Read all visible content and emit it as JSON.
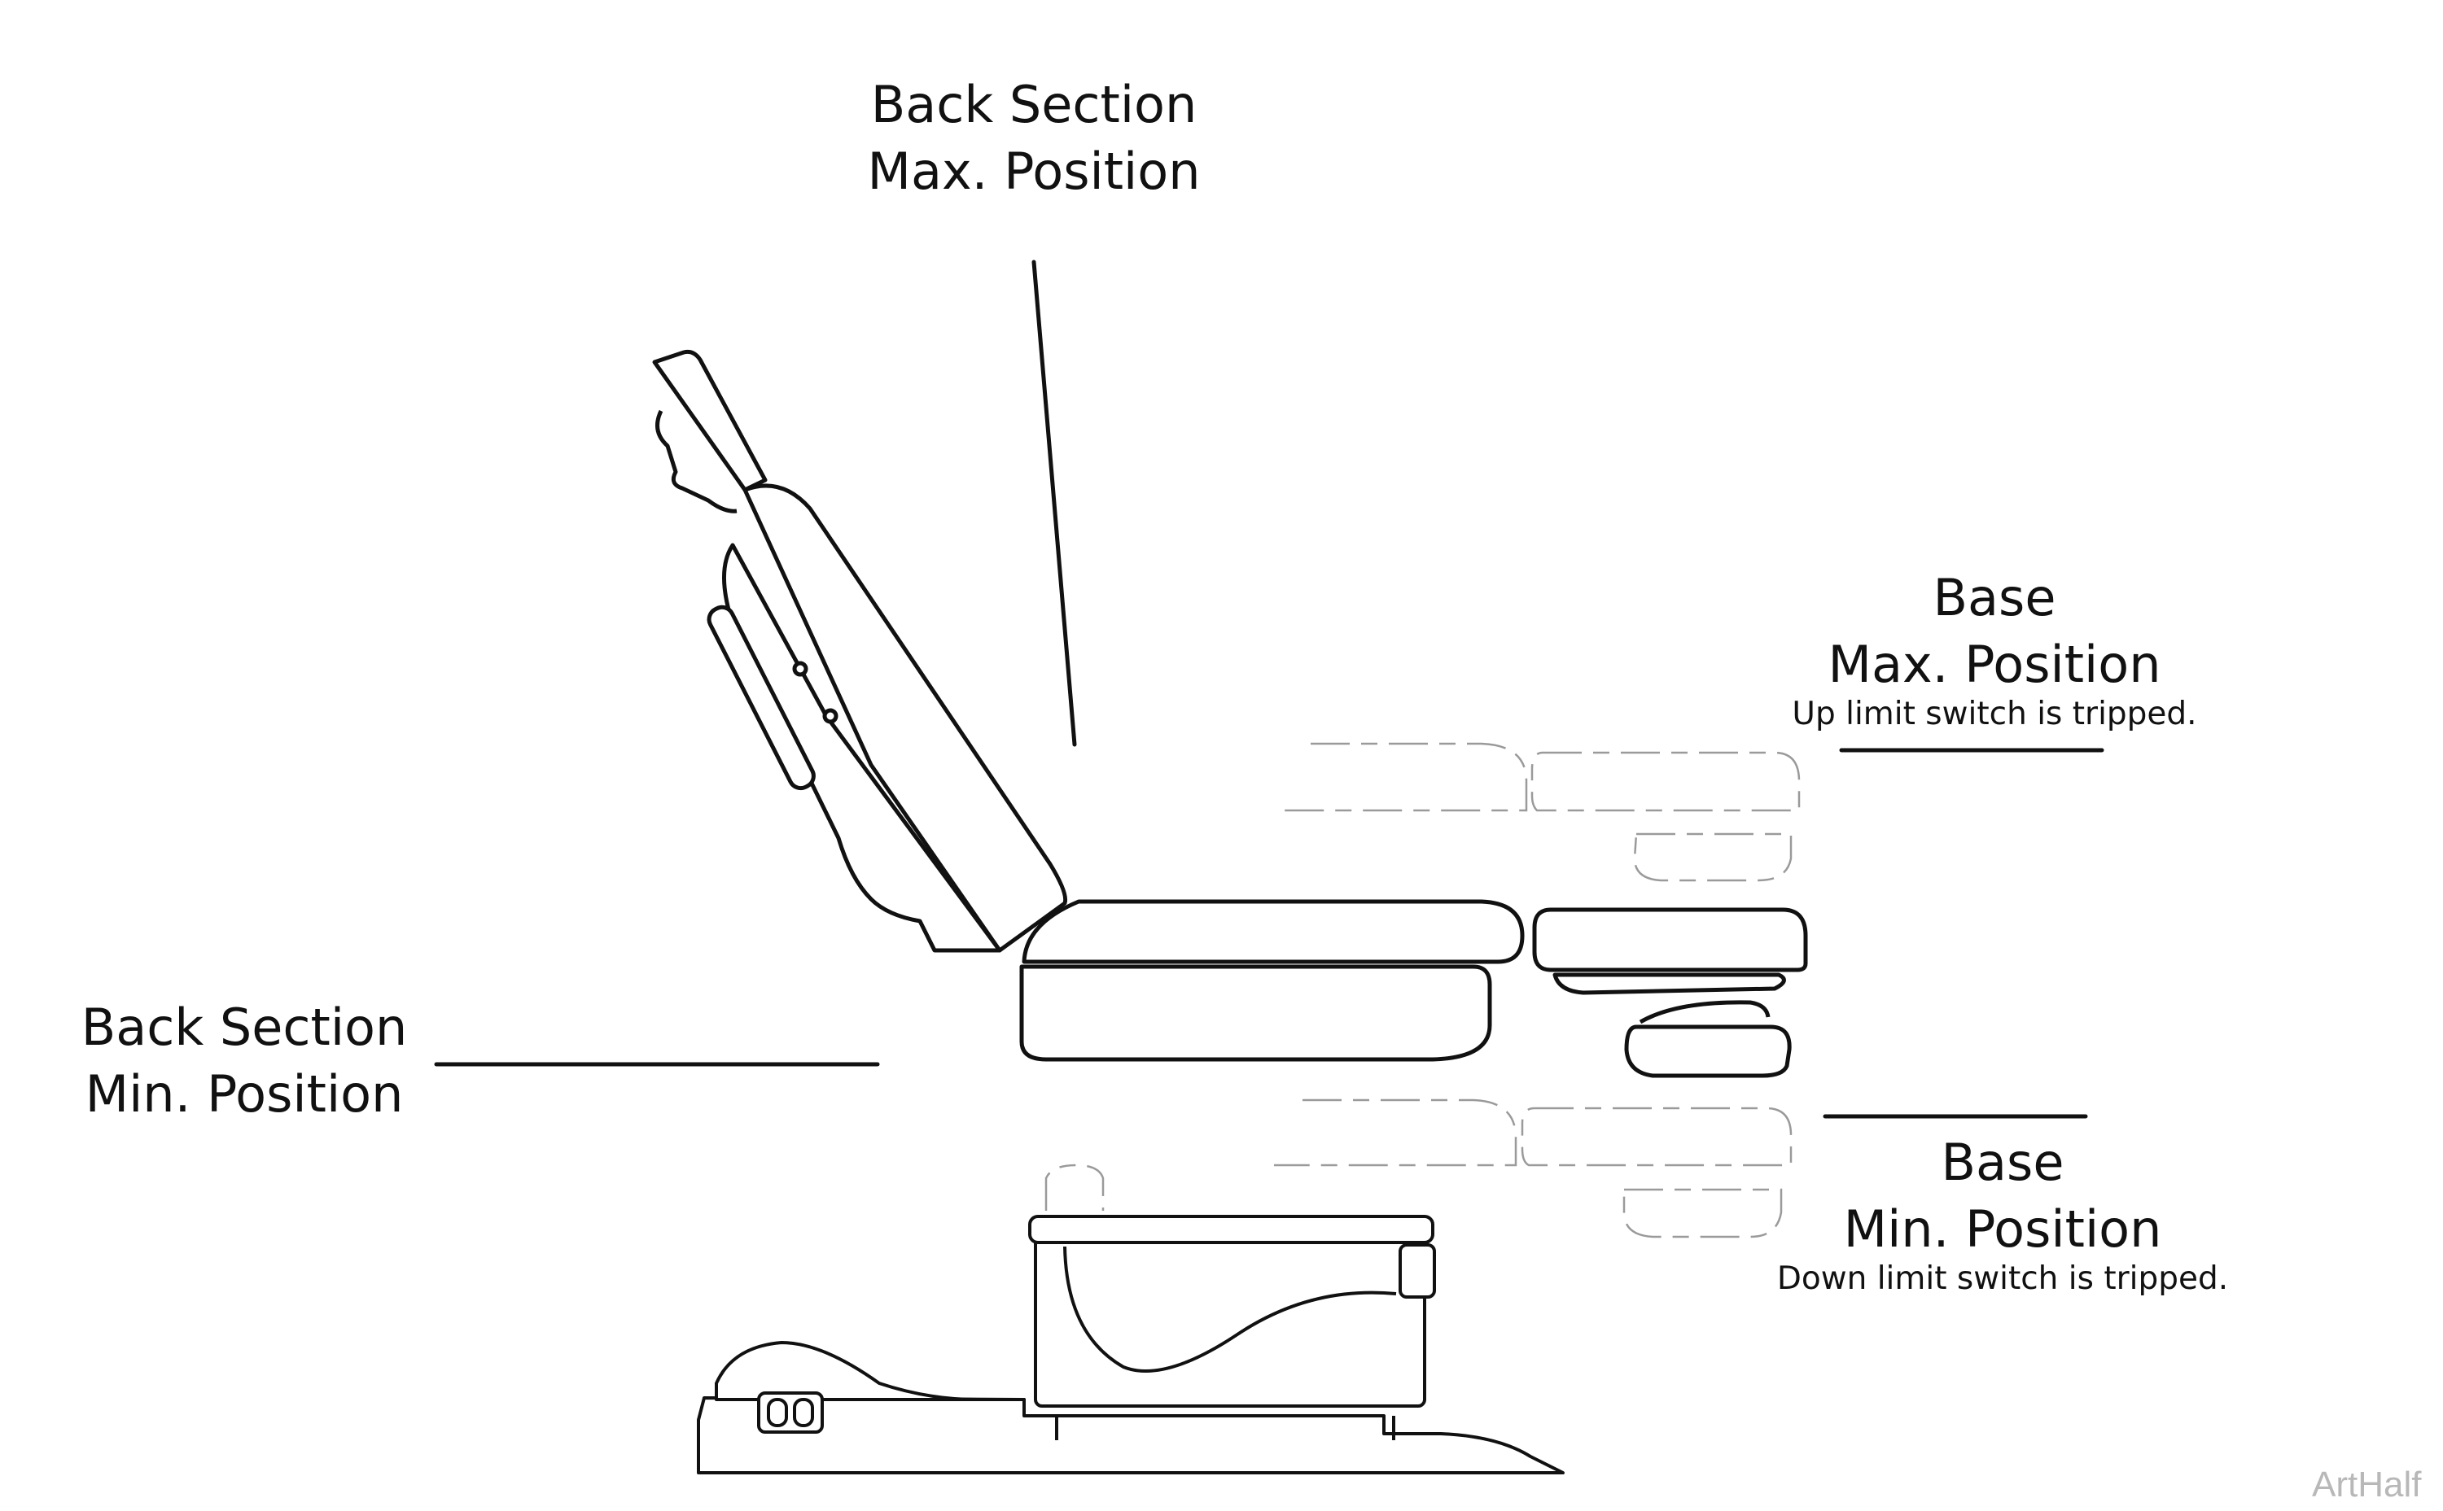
{
  "labels": {
    "back_max": {
      "line1": "Back Section",
      "line2": "Max. Position"
    },
    "back_min": {
      "line1": "Back Section",
      "line2": "Min. Position"
    },
    "base_max": {
      "line1": "Base",
      "line2": "Max. Position",
      "note": "Up limit switch is tripped."
    },
    "base_min": {
      "line1": "Base",
      "line2": "Min. Position",
      "note": "Down limit switch is tripped."
    }
  },
  "watermark": "ArtHalf",
  "colors": {
    "stroke": "#111111",
    "ghost": "#9a9a9a",
    "watermark": "#b8b8b8"
  }
}
